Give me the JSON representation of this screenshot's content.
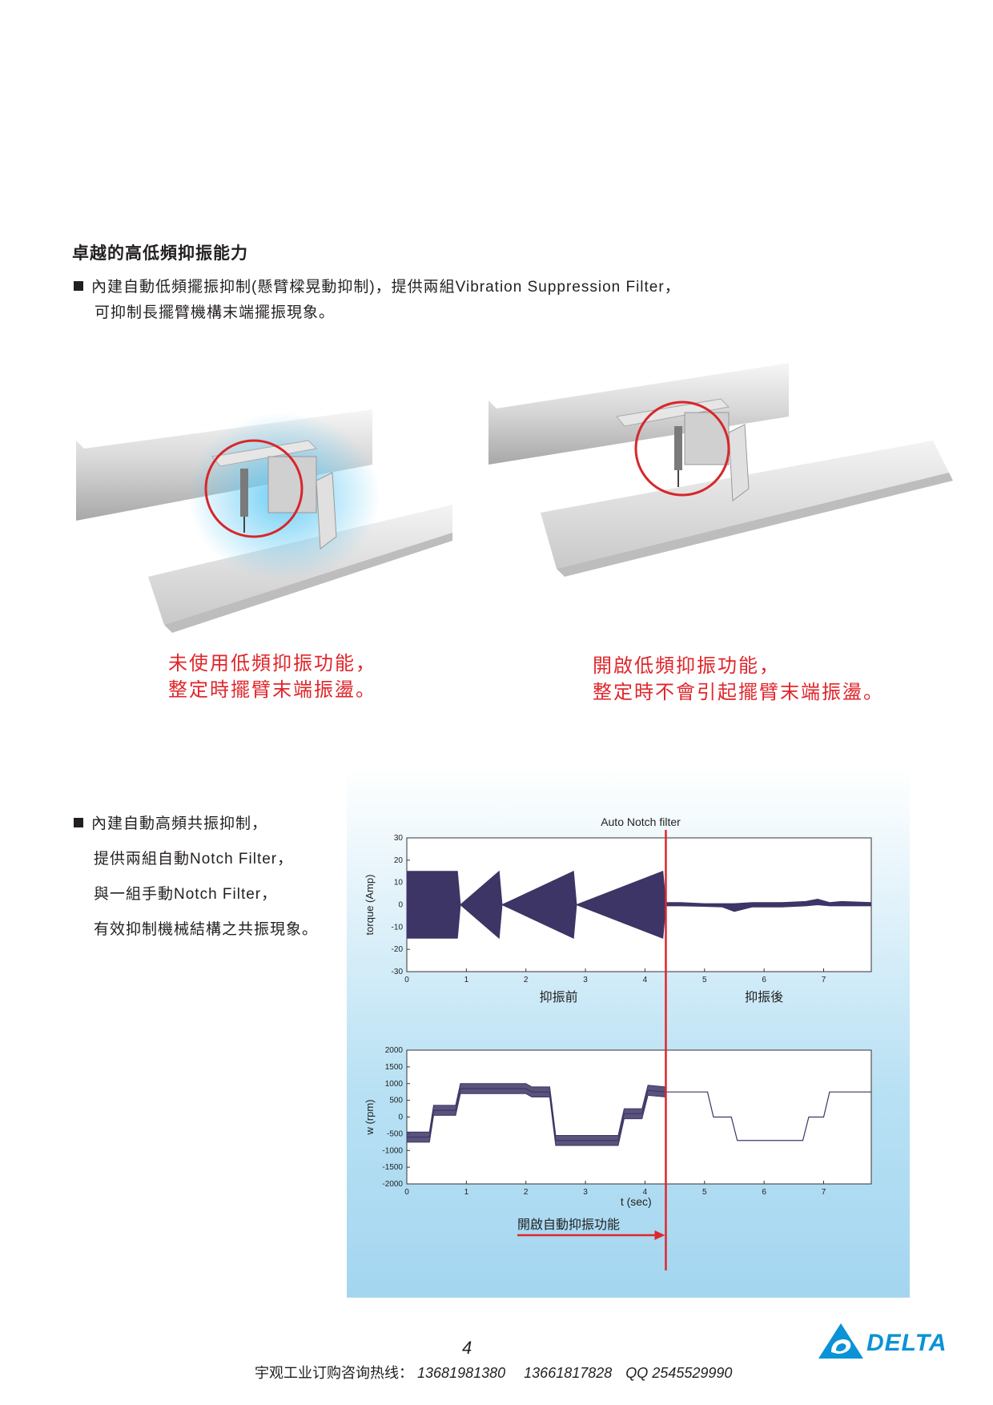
{
  "section": {
    "title": "卓越的高低頻抑振能力",
    "para1_line1": "內建自動低頻擺振抑制(懸臂樑晃動抑制)，提供兩組Vibration Suppression Filter，",
    "para1_line2": "可抑制長擺臂機構末端擺振現象。"
  },
  "figures": {
    "left_caption_line1": "未使用低頻抑振功能，",
    "left_caption_line2": "整定時擺臂末端振盪。",
    "right_caption_line1": "開啟低頻抑振功能，",
    "right_caption_line2": "整定時不會引起擺臂末端振盪。"
  },
  "notch": {
    "line1": "內建自動高頻共振抑制，",
    "line2": "提供兩組自動Notch Filter，",
    "line3": "與一組手動Notch Filter，",
    "line4": "有效抑制機械結構之共振現象。"
  },
  "chart_data": [
    {
      "type": "line",
      "title": "Auto Notch filter",
      "ylabel": "torque (Amp)",
      "xlabel": "",
      "xlim": [
        0,
        7.8
      ],
      "ylim": [
        -30,
        30
      ],
      "x_ticks": [
        "0",
        "1",
        "2",
        "3",
        "4",
        "5",
        "6",
        "7"
      ],
      "y_ticks": [
        "30",
        "20",
        "10",
        "0",
        "-10",
        "-20",
        "-30"
      ],
      "region_labels": [
        "抑振前",
        "抑振後"
      ],
      "filter_on_x": 4.35,
      "series": [
        {
          "x": [
            0,
            0.85,
            0.9,
            1.55,
            1.6,
            2.8,
            2.85,
            4.3,
            4.35,
            4.6,
            5.0,
            5.3,
            5.5,
            5.8,
            6.3,
            6.7,
            6.9,
            7.1,
            7.3,
            7.8
          ],
          "y_max": [
            15,
            15,
            0,
            15,
            0,
            15,
            0,
            15,
            1,
            1,
            0.5,
            0.5,
            0.5,
            1,
            1,
            1.5,
            2.5,
            1,
            1.5,
            1
          ],
          "y_min": [
            -15,
            -15,
            0,
            -15,
            0,
            -15,
            0,
            -15,
            -0.5,
            -0.5,
            -0.7,
            -1,
            -3,
            -1,
            -1,
            -0.5,
            0,
            -0.5,
            -0.5,
            -0.5
          ]
        }
      ],
      "color": "#3d3565",
      "marker_color": "#e0262b"
    },
    {
      "type": "line",
      "title": "",
      "ylabel": "w (rpm)",
      "xlabel": "t (sec)",
      "xlim": [
        0,
        7.8
      ],
      "ylim": [
        -2000,
        2000
      ],
      "x_ticks": [
        "0",
        "1",
        "2",
        "3",
        "4",
        "5",
        "6",
        "7"
      ],
      "y_ticks": [
        "2000",
        "1500",
        "1000",
        "500",
        "0",
        "-500",
        "-1000",
        "-1500",
        "-2000"
      ],
      "annotation": "開啟自動抑振功能",
      "series": [
        {
          "x": [
            0,
            0.38,
            0.45,
            0.82,
            0.9,
            2.0,
            2.1,
            2.4,
            2.5,
            3.55,
            3.65,
            3.95,
            4.05,
            4.35,
            5.05,
            5.15,
            5.45,
            5.55,
            6.65,
            6.75,
            7.0,
            7.1,
            7.8
          ],
          "y": [
            -600,
            -600,
            200,
            200,
            850,
            850,
            750,
            750,
            -700,
            -700,
            100,
            100,
            800,
            750,
            750,
            0,
            0,
            -700,
            -700,
            0,
            0,
            750,
            750
          ]
        }
      ],
      "noise_until_x": 4.35,
      "color": "#3d3565"
    }
  ],
  "footer": {
    "page_number": "4",
    "hotline_label": "宇观工业订购咨询热线：",
    "phone1": "13681981380",
    "phone2": "13661817828",
    "qq": "QQ 2545529990",
    "logo_text": "DELTA",
    "logo_color": "#0a93d6"
  }
}
